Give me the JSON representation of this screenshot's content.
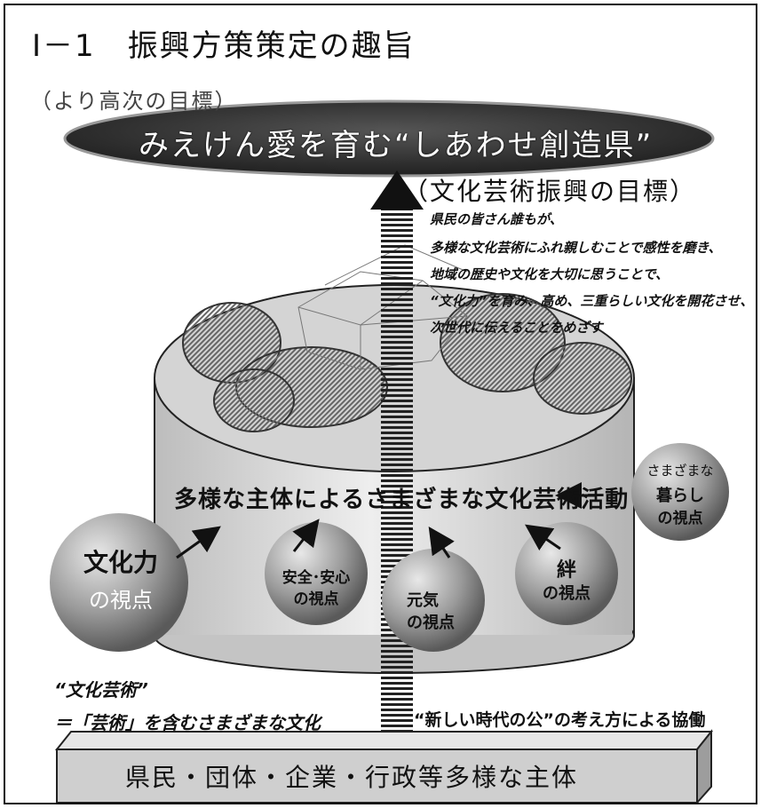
{
  "title": "Ⅰ－1　振興方策策定の趣旨",
  "subtitle": "（より高次の目標）",
  "top_goal": "みえけん愛を育む“しあわせ創造県”",
  "goal_heading": "（文化芸術振興の目標）",
  "goal_lines": [
    "県民の皆さん誰もが、",
    "多様な文化芸術にふれ親しむことで感性を磨き、",
    "地域の歴史や文化を大切に思うことで、",
    "“文化力”を育み、高め、三重らしい文化を開花させ、",
    "次世代に伝えることをめざす"
  ],
  "band_label": "多様な主体によるさまざまな文化芸術活動",
  "perspectives": {
    "bunka": {
      "line1": "文化力",
      "line2": "の視点"
    },
    "anzen": {
      "line1": "安全･安心",
      "line2": "の視点"
    },
    "genki": {
      "line1": "元気",
      "line2": "の視点"
    },
    "kizuna": {
      "line1": "絆",
      "line2": "の視点"
    },
    "kurashi": {
      "line1": "さまざまな",
      "line2": "暮らし",
      "line3": "の視点"
    }
  },
  "definition_1": "“文化芸術”",
  "definition_2": "＝「芸術」を含むさまざまな文化",
  "collaboration": "“新しい時代の公”の考え方による協働",
  "base": "県民・団体・企業・行政等多様な主体",
  "colors": {
    "ink": "#111111",
    "oval": "#3a3a3a",
    "sphere": "#8f8f8f",
    "cylinder": "#d9d9d9",
    "base": "#cfcfcf"
  }
}
